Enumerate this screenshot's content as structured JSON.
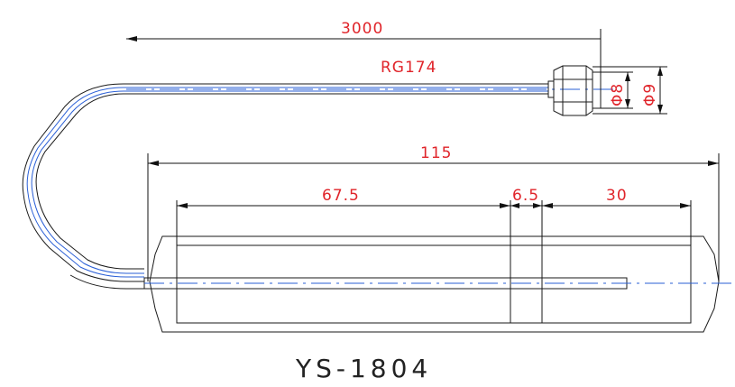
{
  "drawing": {
    "model": "YS-1804",
    "cable_type": "RG174",
    "dimensions": {
      "cable_length": "3000",
      "overall_length": "115",
      "segment_a": "67.5",
      "segment_b": "6.5",
      "segment_c": "30",
      "connector_inner_dia": "Φ8",
      "connector_outer_dia": "Φ9"
    },
    "colors": {
      "dimension_text": "#e0242a",
      "outline": "#1a1a1a",
      "cable": "#2a5fd6"
    }
  }
}
